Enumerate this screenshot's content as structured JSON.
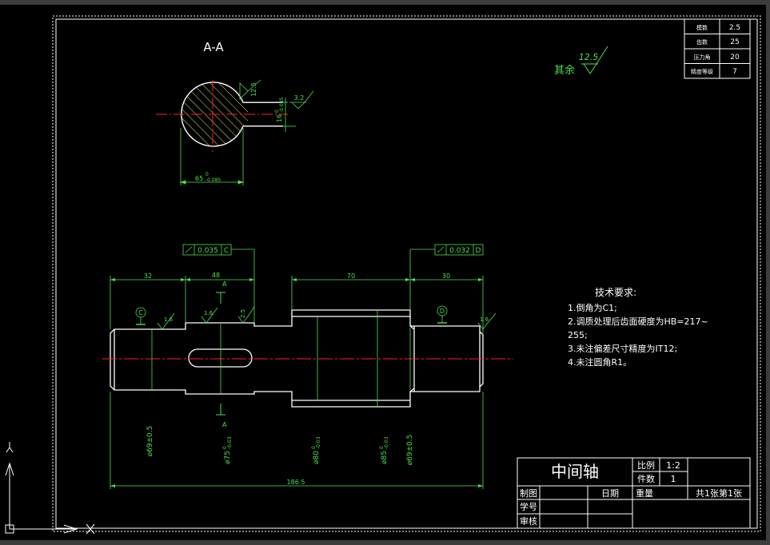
{
  "section": {
    "title": "A-A",
    "roughness_keyway": "12.5",
    "roughness_side": "3.2",
    "dim_keyway_depth": "16",
    "dim_keyway_depth_tol_upper": "0",
    "dim_keyway_depth_tol_lower": "-0.085",
    "dim_width": "65",
    "dim_width_tol_upper": "0",
    "dim_width_tol_lower": "-0.085"
  },
  "general_roughness": {
    "label": "其余",
    "value": "12.5"
  },
  "gear_params": [
    {
      "name": "模数",
      "value": "2.5"
    },
    {
      "name": "齿数",
      "value": "25"
    },
    {
      "name": "压力角",
      "value": "20"
    },
    {
      "name": "精度等级",
      "value": "7"
    }
  ],
  "tolerances": [
    {
      "value": "0.035",
      "datum": "C"
    },
    {
      "value": "0.032",
      "datum": "D"
    }
  ],
  "datums": [
    "C",
    "D"
  ],
  "dims": {
    "d32": "32",
    "d48": "48",
    "d70": "70",
    "d30": "30",
    "d186": "186.5",
    "phi69_left": "⌀69±0.5",
    "phi75": "⌀75",
    "phi75_tol_u": "0",
    "phi75_tol_l": "-0.03",
    "phi80": "⌀80",
    "phi80_tol_u": "0",
    "phi80_tol_l": "-0.03",
    "phi85": "⌀85",
    "phi85_tol_u": "0",
    "phi85_tol_l": "-0.03",
    "phi69_right": "⌀69±0.5"
  },
  "section_marker": "A",
  "roughness_main": [
    "1.6",
    "1.6",
    "2.5",
    "1.6"
  ],
  "tech_req": {
    "title": "技术要求:",
    "lines": [
      "1.倒角为C1;",
      "2.调质处理后齿面硬度为HB=217~",
      "255;",
      "3.未注偏差尺寸精度为IT12;",
      "4.未注圆角R1。"
    ]
  },
  "title_block": {
    "part_name": "中间轴",
    "scale_label": "比例",
    "scale_value": "1:2",
    "qty_label": "件数",
    "qty_value": "1",
    "drawn_label": "制图",
    "date_label": "日期",
    "weight_label": "重量",
    "sheet_label": "共1张第1张",
    "student_label": "学号",
    "review_label": "审核"
  },
  "ucs": {
    "y": "Y",
    "x": "X"
  },
  "colors": {
    "outline": "#ffffff",
    "dimension": "#4ee04e",
    "centerline": "#ff2020",
    "hatch": "#e8e860",
    "background": "#000000"
  }
}
